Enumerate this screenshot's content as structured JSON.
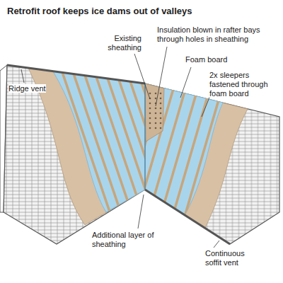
{
  "diagram": {
    "title": "Retrofit roof keeps ice dams out of valleys",
    "labels": [
      "Ridge vent",
      "Existing sheathing",
      "Insulation blown in rafter bays through holes in sheathing",
      "Foam board",
      "2x sleepers fastened through foam board",
      "Additional layer of sheathing",
      "Continuous soffit vent"
    ]
  }
}
